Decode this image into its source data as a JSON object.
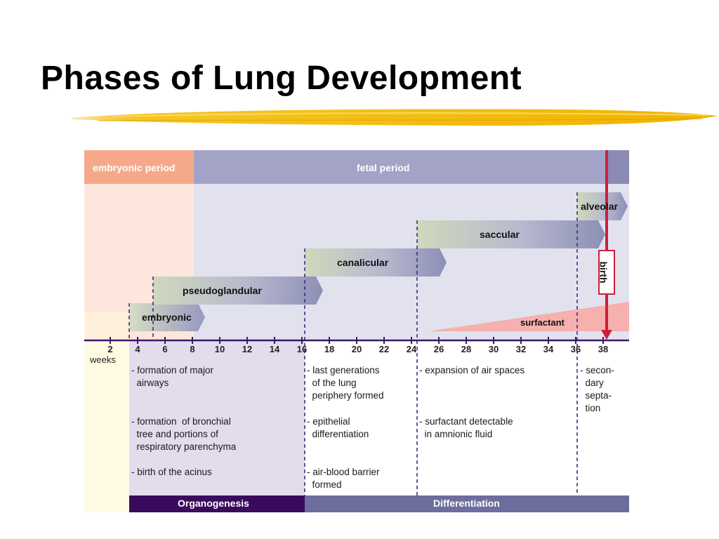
{
  "title": "Phases of Lung Development",
  "periods": {
    "embryonic": "embryonic period",
    "fetal": "fetal period"
  },
  "phases": {
    "embryonic": "embryonic",
    "pseudoglandular": "pseudoglandular",
    "canalicular": "canalicular",
    "saccular": "saccular",
    "alveolar": "alveolar"
  },
  "surfactant_label": "surfactant",
  "birth_label": "birth",
  "weeks": {
    "ticks": [
      "2",
      "4",
      "6",
      "8",
      "10",
      "12",
      "14",
      "16",
      "18",
      "20",
      "22",
      "24",
      "26",
      "28",
      "30",
      "32",
      "34",
      "36",
      "38"
    ],
    "unit": "weeks"
  },
  "notes": {
    "col1": [
      "- formation of major\n  airways",
      "- formation  of bronchial\n  tree and portions of\n  respiratory parenchyma",
      "- birth of the acinus"
    ],
    "col2": [
      "- last generations\n  of the lung\n  periphery formed",
      "- epithelial\n  differentiation",
      "- air-blood barrier\n  formed"
    ],
    "col3": [
      "- expansion of air spaces",
      "- surfactant detectable\n  in amnionic fluid"
    ],
    "col4": [
      "- secon-\n  dary\n  septa-\n  tion"
    ]
  },
  "footer": {
    "organogenesis": "Organogenesis",
    "differentiation": "Differentiation"
  },
  "colors": {
    "embryonic_band": "#f6a98a",
    "fetal_band": "#a3a3c8",
    "organogenesis": "#3a0a5e",
    "differentiation": "#6d6d9e",
    "birth_line": "#cc1f3a",
    "surfactant": "#f4a6a6"
  }
}
